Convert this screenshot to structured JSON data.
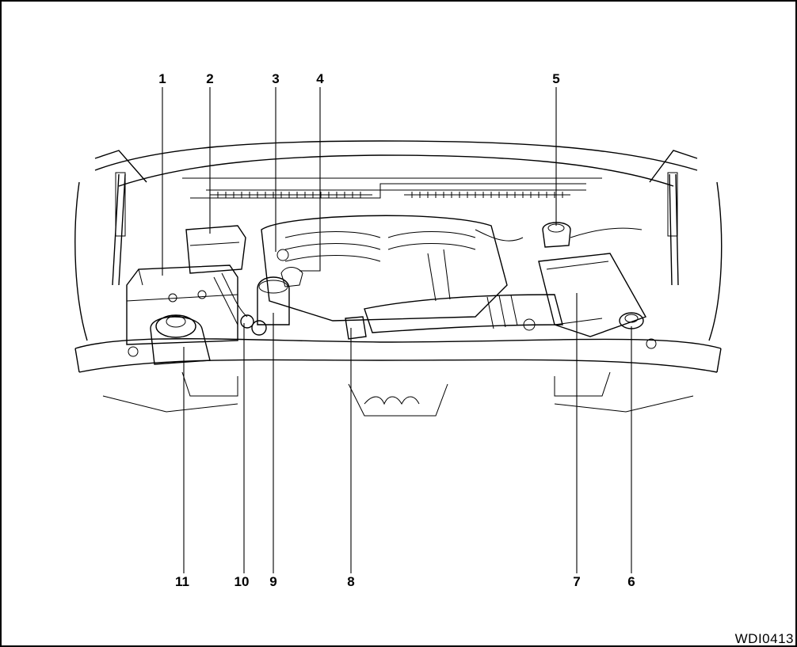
{
  "figure": {
    "code": "WDI0413",
    "callouts": [
      {
        "label": "1"
      },
      {
        "label": "2"
      },
      {
        "label": "3"
      },
      {
        "label": "4"
      },
      {
        "label": "5"
      },
      {
        "label": "6"
      },
      {
        "label": "7"
      },
      {
        "label": "8"
      },
      {
        "label": "9"
      },
      {
        "label": "10"
      },
      {
        "label": "11"
      }
    ]
  }
}
